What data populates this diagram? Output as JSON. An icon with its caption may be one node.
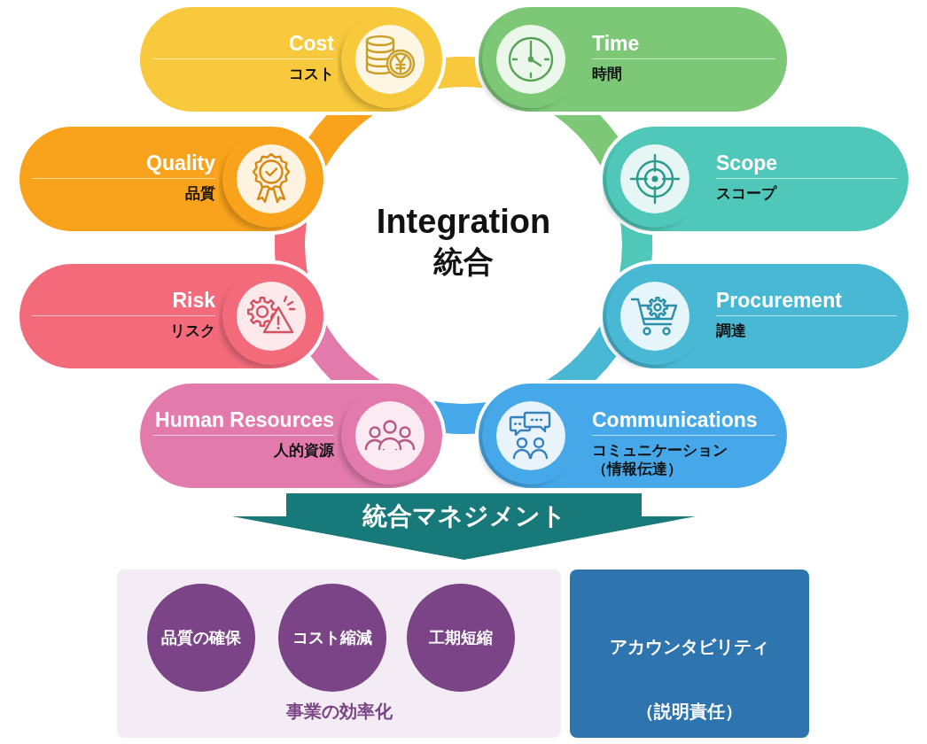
{
  "diagram": {
    "nodes": [
      {
        "text": [
          "Cost",
          "コスト"
        ]
      },
      {
        "text": [
          "Time",
          "時間"
        ]
      },
      {
        "text": [
          "Quality",
          "品質"
        ]
      },
      {
        "text": [
          "Scope",
          "スコープ"
        ]
      },
      {
        "text": [
          "Integration",
          "統合"
        ]
      },
      {
        "text": [
          "Risk",
          "リスク"
        ]
      },
      {
        "text": [
          "Procurement",
          "調達"
        ]
      },
      {
        "text": [
          "Human Resources",
          "人的資源"
        ]
      },
      {
        "text": [
          "Communications",
          "コミュニケーション（情報伝達）"
        ]
      },
      {
        "text": [
          "統合マネジメント"
        ]
      },
      {
        "text": [
          "事業の効率化"
        ]
      },
      {
        "text": [
          "品質の確保"
        ],
        "in": 10
      },
      {
        "text": [
          "コスト縮減"
        ],
        "in": 10
      },
      {
        "text": [
          "工期短縮"
        ],
        "in": 10
      },
      {
        "text": [
          "アカウンタビリティ",
          "（説明責任）"
        ]
      }
    ],
    "edges": [
      {
        "from": 0,
        "to": 1,
        "arrow": "none",
        "color": "#f8c93c"
      },
      {
        "from": 1,
        "to": 3,
        "arrow": "none",
        "color": "#7cc877"
      },
      {
        "from": 3,
        "to": 6,
        "arrow": "none",
        "color": "#4fc8b9"
      },
      {
        "from": 6,
        "to": 8,
        "arrow": "none",
        "color": "#49b8d5"
      },
      {
        "from": 8,
        "to": 7,
        "arrow": "none",
        "color": "#46a8e8"
      },
      {
        "from": 7,
        "to": 5,
        "arrow": "none",
        "color": "#e27bac"
      },
      {
        "from": 5,
        "to": 2,
        "arrow": "none",
        "color": "#f36b7b"
      },
      {
        "from": 2,
        "to": 0,
        "arrow": "none",
        "color": "#f9a21c"
      }
    ]
  }
}
